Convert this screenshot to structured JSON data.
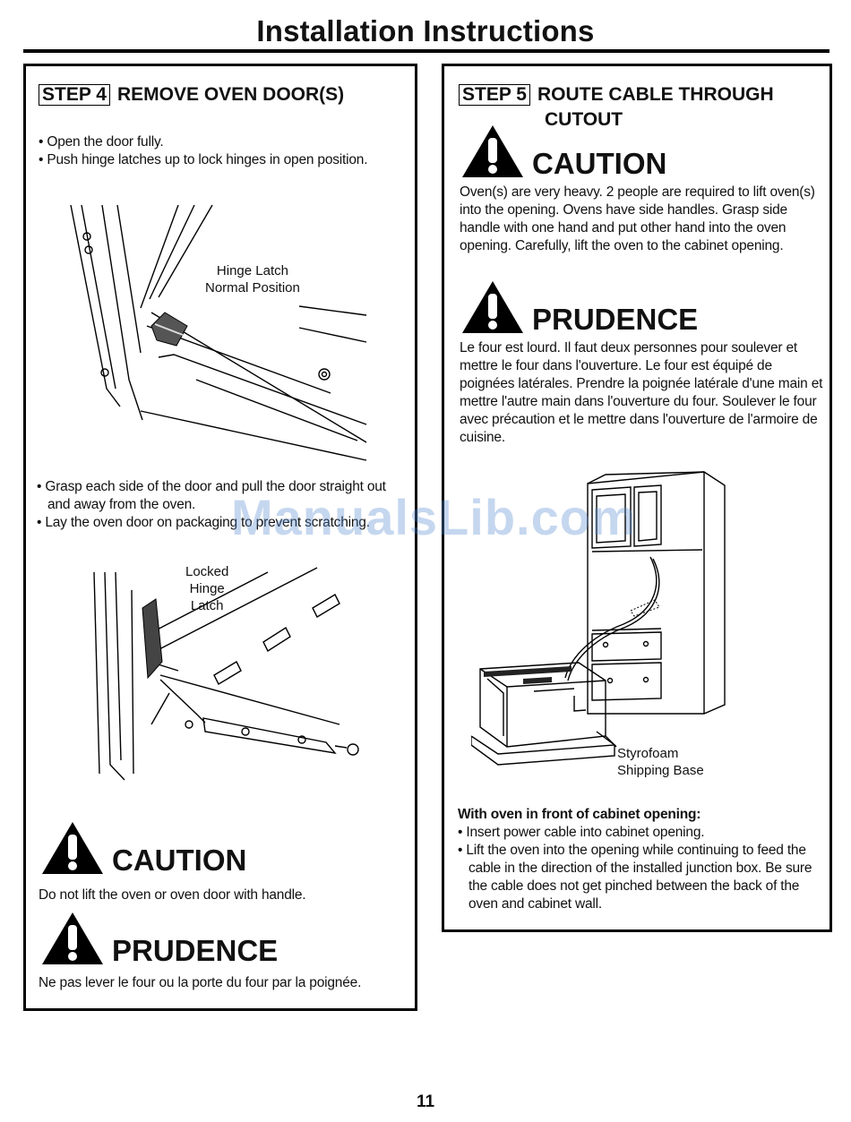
{
  "header": {
    "title": "Installation Instructions"
  },
  "step4": {
    "badge": "STEP 4",
    "title": "REMOVE OVEN DOOR(S)",
    "bullets_a": [
      "• Open the door fully.",
      "• Push hinge latches up to lock hinges in open position."
    ],
    "diagram1_label_line1": "Hinge Latch",
    "diagram1_label_line2": "Normal Position",
    "bullets_b": [
      "• Grasp each side of the door and pull the door straight out and away from the oven.",
      "• Lay the oven door on packaging to prevent scratching."
    ],
    "diagram2_label_line1": "Locked",
    "diagram2_label_line2": "Hinge",
    "diagram2_label_line3": "Latch",
    "caution_word": "CAUTION",
    "caution_text": "Do not lift the oven or oven door with handle.",
    "prudence_word": "PRUDENCE",
    "prudence_text": "Ne pas lever le four ou la porte du four par la poignée."
  },
  "step5": {
    "badge": "STEP 5",
    "title_line1": "ROUTE CABLE THROUGH",
    "title_line2": "CUTOUT",
    "caution_word": "CAUTION",
    "caution_text": "Oven(s) are very heavy. 2 people are required to lift oven(s) into the opening. Ovens have side handles. Grasp side handle with one hand and put other hand into the oven opening. Carefully, lift the oven to the cabinet opening.",
    "prudence_word": "PRUDENCE",
    "prudence_text": "Le four est lourd. Il faut deux personnes pour soulever et mettre le four dans l'ouverture. Le four est équipé de poignées latérales. Prendre la poignée latérale d'une main et mettre l'autre main dans l'ouverture du four. Soulever le four avec précaution et le mettre dans l'ouverture de l'armoire de cuisine.",
    "diagram_label_line1": "Styrofoam",
    "diagram_label_line2": "Shipping Base",
    "subhead": "With oven in front of cabinet opening:",
    "bullets": [
      "• Insert power cable into cabinet opening.",
      "• Lift the oven into the opening while continuing to feed the cable in the direction of the installed junction box. Be sure the cable does not get pinched between the back of the oven and cabinet wall."
    ]
  },
  "watermark": "ManualsLib.com",
  "page_number": "11"
}
